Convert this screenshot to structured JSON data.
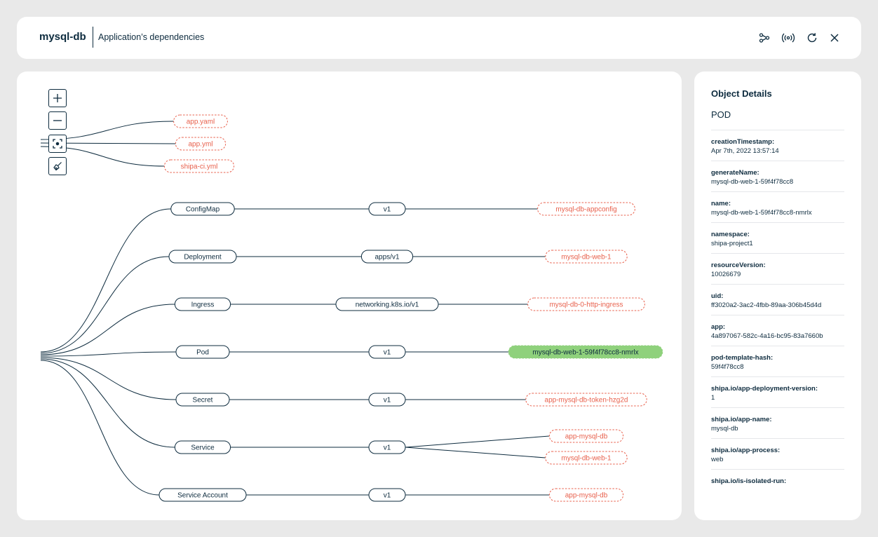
{
  "header": {
    "app_name": "mysql-db",
    "subtitle": "Application’s dependencies",
    "actions": [
      {
        "name": "graph-icon"
      },
      {
        "name": "broadcast-icon"
      },
      {
        "name": "refresh-icon"
      },
      {
        "name": "close-icon"
      }
    ]
  },
  "zoom_controls": [
    {
      "name": "zoom-in-button",
      "icon": "plus-icon"
    },
    {
      "name": "zoom-out-button",
      "icon": "minus-icon"
    },
    {
      "name": "fit-view-button",
      "icon": "focus-icon"
    },
    {
      "name": "clear-button",
      "icon": "broom-icon"
    }
  ],
  "graph": {
    "files": [
      "app.yaml",
      "app.yml",
      "shipa-ci.yml"
    ],
    "rows": [
      {
        "kind": "ConfigMap",
        "version": "v1",
        "objects": [
          "mysql-db-appconfig"
        ]
      },
      {
        "kind": "Deployment",
        "version": "apps/v1",
        "objects": [
          "mysql-db-web-1"
        ]
      },
      {
        "kind": "Ingress",
        "version": "networking.k8s.io/v1",
        "objects": [
          "mysql-db-0-http-ingress"
        ]
      },
      {
        "kind": "Pod",
        "version": "v1",
        "objects": [
          "mysql-db-web-1-59f4f78cc8-nmrlx"
        ],
        "selected": true
      },
      {
        "kind": "Secret",
        "version": "v1",
        "objects": [
          "app-mysql-db-token-hzg2d"
        ]
      },
      {
        "kind": "Service",
        "version": "v1",
        "objects": [
          "app-mysql-db",
          "mysql-db-web-1"
        ]
      },
      {
        "kind": "Service Account",
        "version": "v1",
        "objects": [
          "app-mysql-db"
        ]
      }
    ]
  },
  "details": {
    "title": "Object Details",
    "kind": "POD",
    "fields": [
      {
        "key": "creationTimestamp:",
        "value": "Apr 7th, 2022 13:57:14"
      },
      {
        "key": "generateName:",
        "value": "mysql-db-web-1-59f4f78cc8"
      },
      {
        "key": "name:",
        "value": "mysql-db-web-1-59f4f78cc8-nmrlx"
      },
      {
        "key": "namespace:",
        "value": "shipa-project1"
      },
      {
        "key": "resourceVersion:",
        "value": "10026679"
      },
      {
        "key": "uid:",
        "value": "ff3020a2-3ac2-4fbb-89aa-306b45d4d"
      },
      {
        "key": "app:",
        "value": "4a897067-582c-4a16-bc95-83a7660b"
      },
      {
        "key": "pod-template-hash:",
        "value": "59f4f78cc8"
      },
      {
        "key": "shipa.io/app-deployment-version:",
        "value": "1"
      },
      {
        "key": "shipa.io/app-name:",
        "value": "mysql-db"
      },
      {
        "key": "shipa.io/app-process:",
        "value": "web"
      },
      {
        "key": "shipa.io/is-isolated-run:",
        "value": ""
      }
    ]
  },
  "colors": {
    "ink": "#0d2b3e",
    "object_red": "#e8604c",
    "selected_fill": "#8fd17c",
    "panel_bg": "#ffffff",
    "page_bg": "#e9e9e9"
  }
}
